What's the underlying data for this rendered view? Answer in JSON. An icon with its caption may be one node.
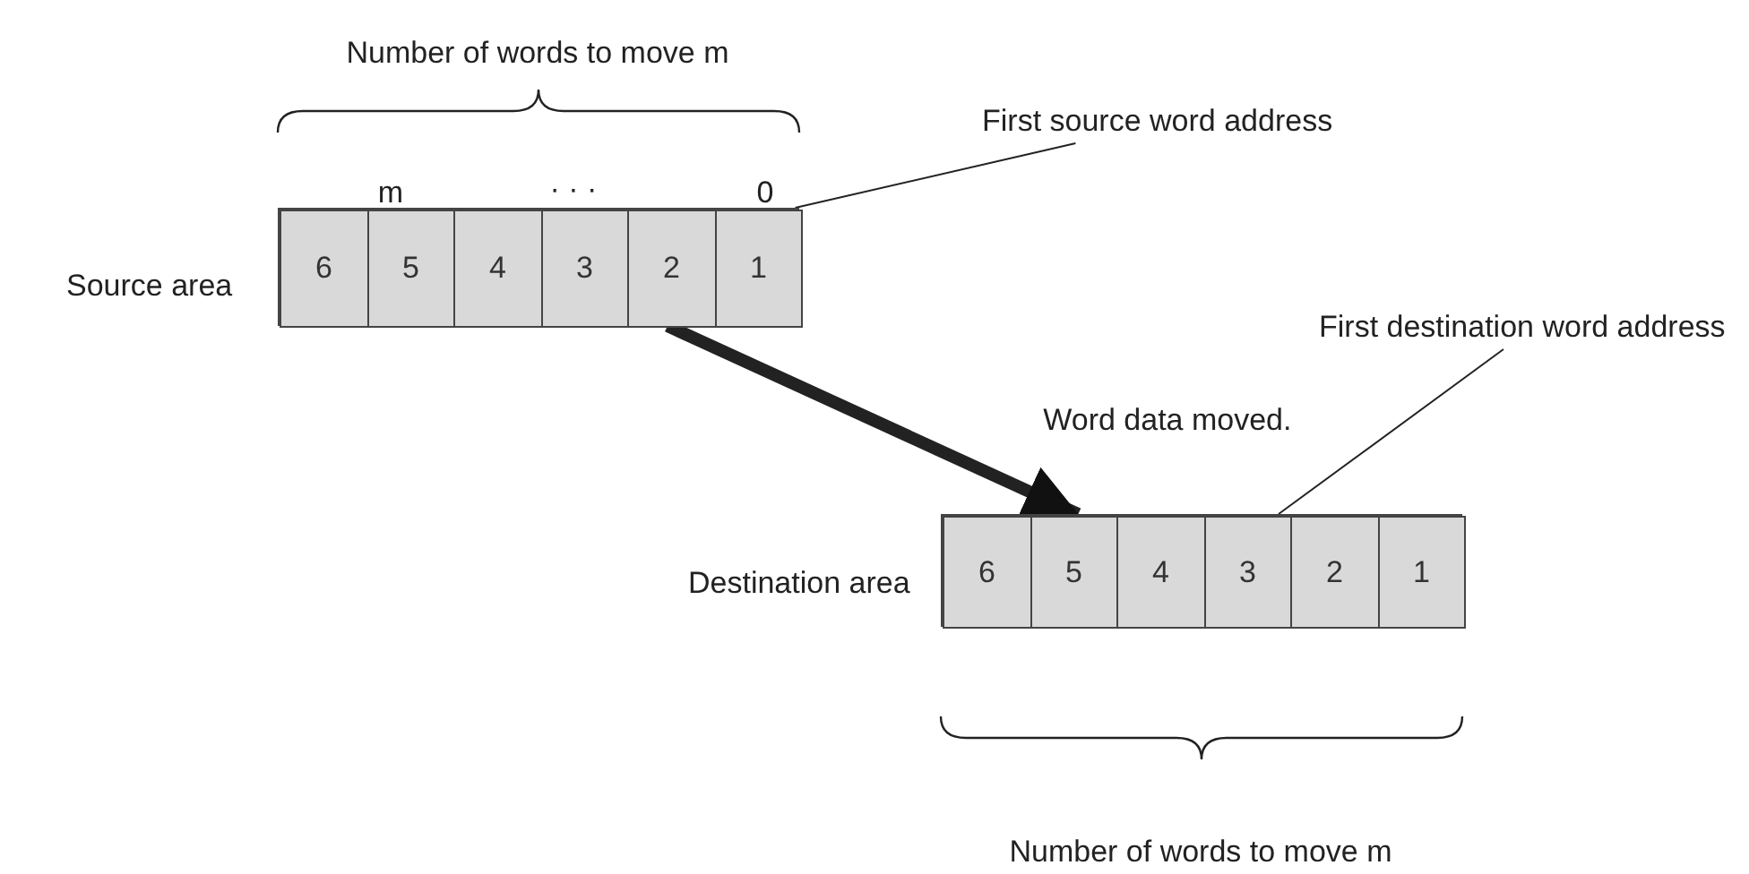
{
  "diagram": {
    "nodes": [
      {
        "text": [],
        "shape": "box",
        "beside": [
          "Source area"
        ]
      },
      {
        "text": [
          "6"
        ],
        "in": 0
      },
      {
        "text": [
          "5"
        ],
        "in": 0
      },
      {
        "text": [
          "4"
        ],
        "in": 0
      },
      {
        "text": [
          "3"
        ],
        "in": 0
      },
      {
        "text": [
          "2"
        ],
        "in": 0
      },
      {
        "text": [
          "1"
        ],
        "in": 0
      },
      {
        "text": [
          "First source word address"
        ]
      },
      {
        "text": [],
        "shape": "box",
        "beside": [
          "Destination area"
        ]
      },
      {
        "text": [
          "6"
        ],
        "in": 8
      },
      {
        "text": [
          "5"
        ],
        "in": 8
      },
      {
        "text": [
          "4"
        ],
        "in": 8
      },
      {
        "text": [
          "3"
        ],
        "in": 8
      },
      {
        "text": [
          "2"
        ],
        "in": 8
      },
      {
        "text": [
          "1"
        ],
        "in": 8
      },
      {
        "text": [
          "First destination word address"
        ]
      }
    ],
    "edges": [
      {
        "from": 7,
        "to": 0,
        "arrow": "none"
      },
      {
        "from": 0,
        "to": 8,
        "arrow": "to",
        "label": "Word data moved.",
        "style": "thick"
      },
      {
        "from": 15,
        "to": 8,
        "arrow": "none"
      }
    ],
    "labels": [
      "Number of words to move m",
      "m",
      "· · ·",
      "0",
      "Number of words to move m"
    ]
  }
}
